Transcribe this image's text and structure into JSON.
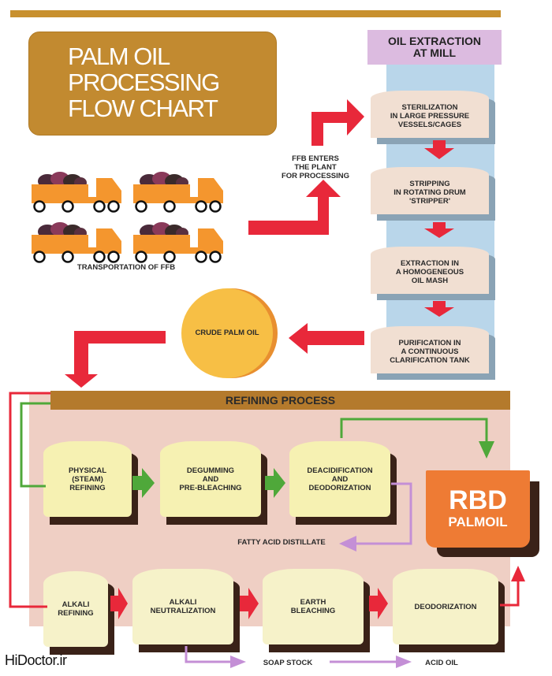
{
  "title": "PALM OIL\nPROCESSING\nFLOW CHART",
  "transport": {
    "label": "TRANSPORTATION OF FFB",
    "truck_count": 4
  },
  "ffb_enter": "FFB ENTERS\nTHE PLANT\nFOR PROCESSING",
  "mill": {
    "header": "OIL EXTRACTION\nAT MILL",
    "steps": [
      "STERILIZATION\nIN LARGE PRESSURE\nVESSELS/CAGES",
      "STRIPPING\nIN ROTATING DRUM\n'STRIPPER'",
      "EXTRACTION IN\nA HOMOGENEOUS\nOIL MASH",
      "PURIFICATION IN\nA CONTINUOUS\nCLARIFICATION TANK"
    ]
  },
  "crude": "CRUDE PALM OIL",
  "refining": {
    "header": "REFINING PROCESS",
    "physical_route": [
      "PHYSICAL\n(STEAM)\nREFINING",
      "DEGUMMING\nAND\nPRE-BLEACHING",
      "DEACIDIFICATION\nAND\nDEODORIZATION"
    ],
    "fatty_acid": "FATTY ACID DISTILLATE",
    "alkali_route": [
      "ALKALI\nREFINING",
      "ALKALI\nNEUTRALIZATION",
      "EARTH\nBLEACHING",
      "DEODORIZATION"
    ],
    "soap_stock": "SOAP STOCK",
    "acid_oil": "ACID OIL",
    "product_line1": "RBD",
    "product_line2": "PALMOIL"
  },
  "colors": {
    "red_arrow": "#e8283a",
    "green_arrow": "#4fa83a",
    "purple_arrow": "#c48fd6",
    "brand_gold": "#c28a30"
  },
  "watermark": "HiDoctor.ir"
}
